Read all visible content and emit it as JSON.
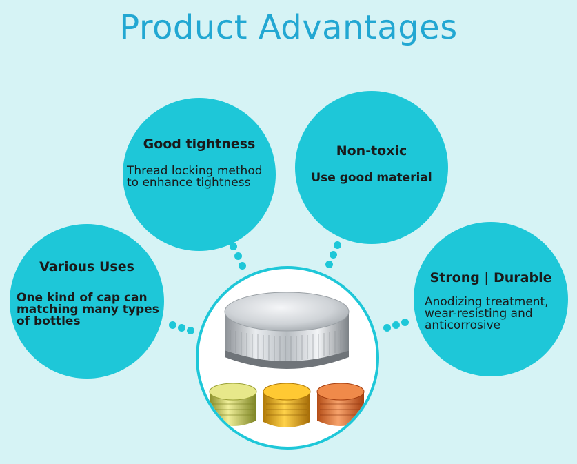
{
  "title": "Product Advantages",
  "bubbles": {
    "tightness": {
      "heading": "Good tightness",
      "lines": [
        "Thread locking method",
        "to enhance tightness"
      ]
    },
    "nontoxic": {
      "heading": "Non-toxic",
      "lines": [
        "Use good material"
      ]
    },
    "uses": {
      "heading": "Various Uses",
      "lines": [
        "One kind of cap can",
        "matching many types",
        "of bottles"
      ]
    },
    "strong": {
      "heading": "Strong | Durable",
      "lines": [
        "Anodizing treatment,",
        "wear-resisting and",
        "anticorrosive"
      ]
    }
  },
  "colors": {
    "background": "#d6f3f5",
    "bubble": "#1ec7d8",
    "title": "#22a7d2"
  }
}
